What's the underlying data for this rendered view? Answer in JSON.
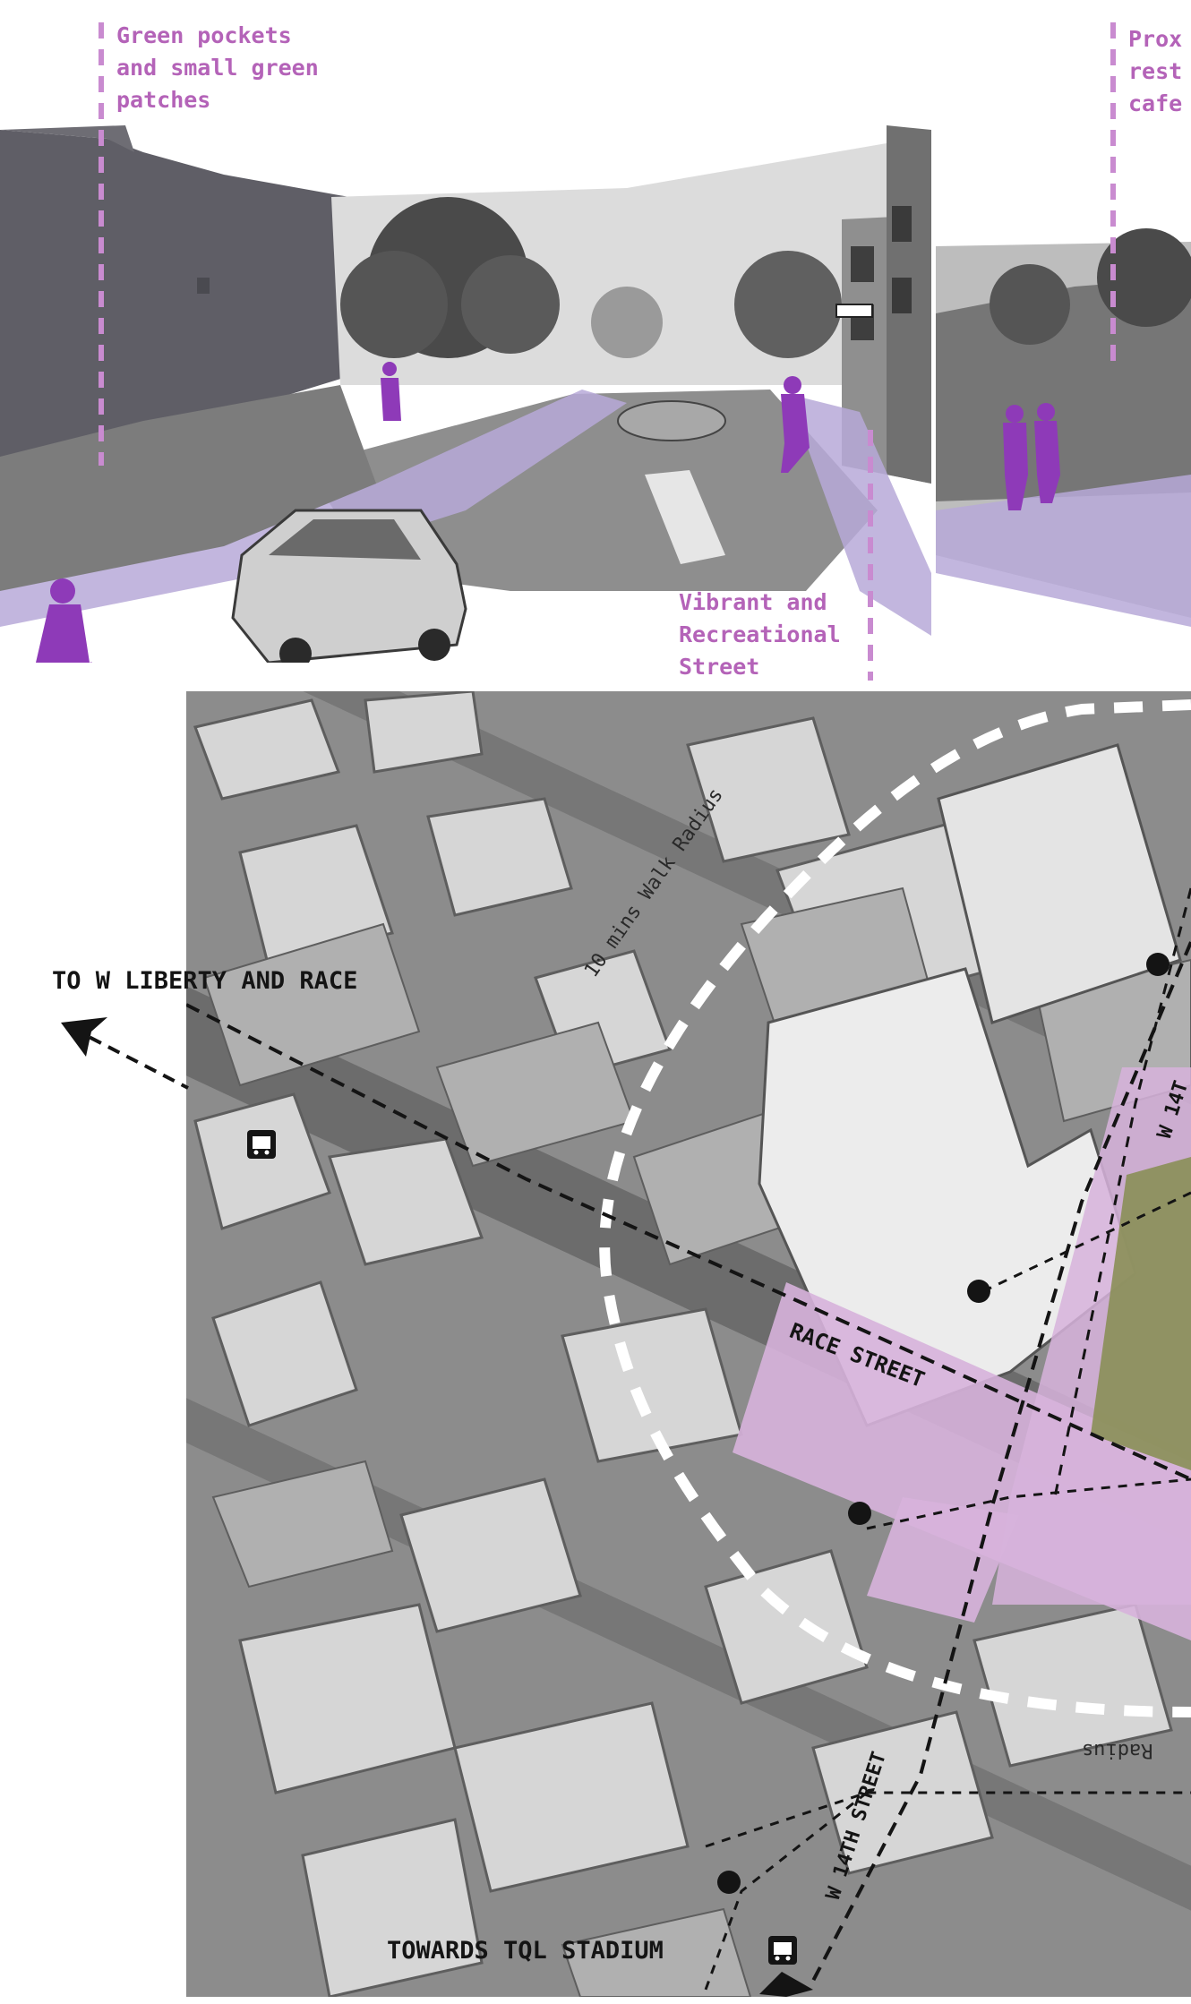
{
  "annotations": {
    "green_pockets": "Green pockets\nand small green\npatches",
    "proximity": "Prox\nrest\ncafe",
    "vibrant": "Vibrant and\nRecreational\nStreet"
  },
  "map": {
    "labels": {
      "to_liberty": "TO W LIBERTY AND RACE",
      "race_street": "RACE STREET",
      "walk_radius": "10 mins Walk Radius",
      "w14th_street": "W 14TH STREET",
      "w14th_partial": "W 14T",
      "towards_tql": "TOWARDS TQL STADIUM",
      "radius_partial": "Radius"
    },
    "icons": [
      "bus-stop-icon",
      "bus-stop-icon",
      "arrow-icon",
      "arrow-icon",
      "point-marker-icon"
    ]
  },
  "colors": {
    "accent_purple": "#8e3ab8",
    "street_highlight": "#d7b3dc",
    "annotation_text": "#b463b8",
    "park_green": "#8a8f56"
  }
}
